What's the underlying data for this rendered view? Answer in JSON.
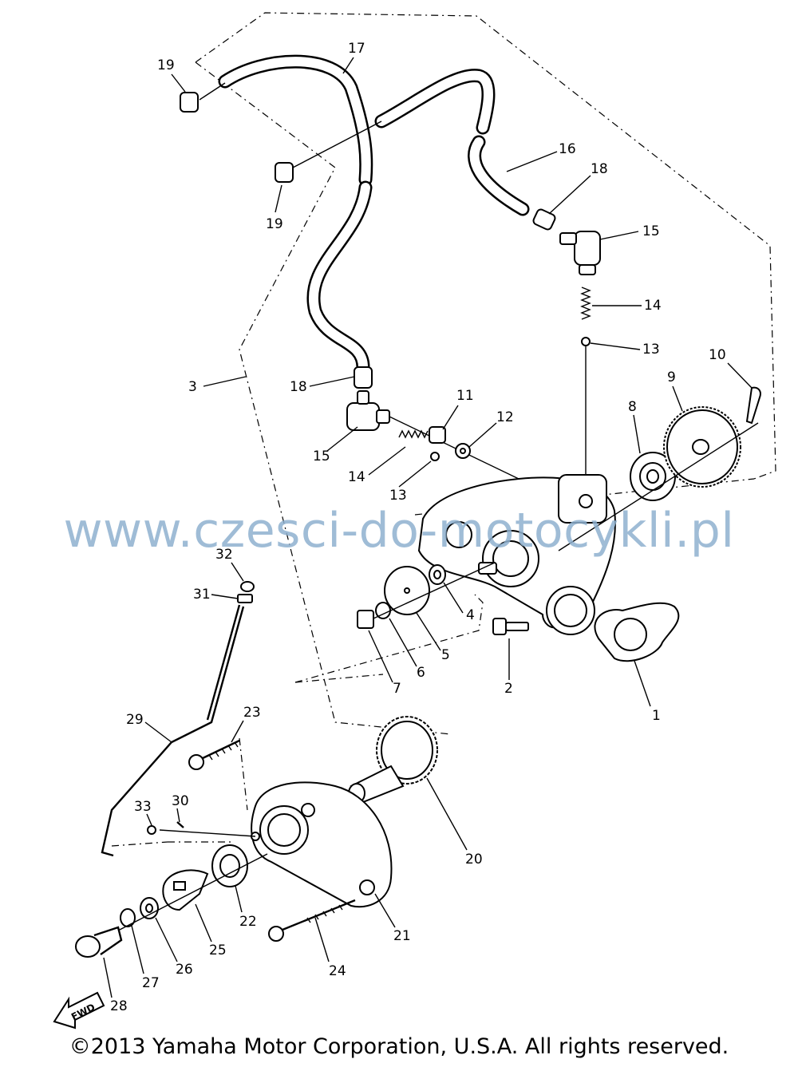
{
  "diagram": {
    "callouts": [
      "1",
      "2",
      "3",
      "4",
      "5",
      "6",
      "7",
      "8",
      "9",
      "10",
      "11",
      "12",
      "13",
      "13",
      "14",
      "14",
      "15",
      "15",
      "16",
      "17",
      "18",
      "18",
      "19",
      "19",
      "20",
      "21",
      "22",
      "23",
      "24",
      "25",
      "26",
      "27",
      "28",
      "29",
      "30",
      "31",
      "32",
      "33"
    ],
    "fwd_label": "FWD"
  },
  "watermark": "www.czesci-do-motocykli.pl",
  "copyright": "©2013 Yamaha Motor Corporation, U.S.A. All rights reserved."
}
